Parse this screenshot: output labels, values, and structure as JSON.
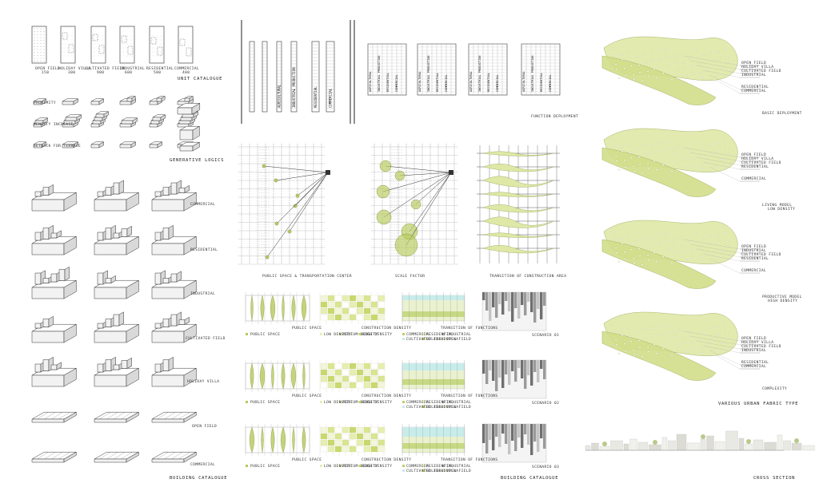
{
  "unit_catalogue": {
    "title": "UNIT CATALOGUE",
    "units": [
      {
        "name": "OPEN FIELD",
        "size": "150"
      },
      {
        "name": "HOLIDAY VILLA",
        "size": "300"
      },
      {
        "name": "CULTIVATED FIELD",
        "size": "900"
      },
      {
        "name": "INDUSTRIAL",
        "size": "600"
      },
      {
        "name": "RESIDENTIAL",
        "size": "500"
      },
      {
        "name": "COMMERCIAL",
        "size": "400"
      }
    ]
  },
  "generative_logics": {
    "title": "GENERATIVE LOGICS",
    "rows": [
      "PROXIMITY",
      "DENSITY INCREASE",
      "SETBACK FOR TERRACE"
    ]
  },
  "building_catalogue_left": {
    "title": "BUILDING CATALOGUE",
    "rows": [
      "COMMERCIAL",
      "RESIDENTIAL",
      "INDUSTRIAL",
      "CULTIVATED FIELD",
      "HOLIDAY VILLA",
      "OPEN FIELD",
      "COMMERCIAL"
    ]
  },
  "function_diagram": {
    "title": "FUNCTION DEPLOYMENT",
    "strip_labels": [
      "AGRICULTURAL",
      "INDUSTRIAL PRODUCTION",
      "RESIDENTIAL",
      "COMMERCIAL"
    ]
  },
  "pattern_diagrams": [
    {
      "caption": "PUBLIC SPACE & TRANSPORTATION CENTER"
    },
    {
      "caption": "SCALE FACTOR"
    },
    {
      "caption": "TRANSITION OF CONSTRUCTION AREA"
    }
  ],
  "building_catalogue_mid": {
    "title": "BUILDING CATALOGUE",
    "col_captions": [
      "PUBLIC SPACE",
      "CONSTRUCTION DENSITY",
      "TRANSITION OF FUNCTIONS"
    ],
    "scenarios": [
      "SCENARIO 01",
      "SCENARIO 02",
      "SCENARIO 03"
    ],
    "legend_public": [
      "PUBLIC SPACE"
    ],
    "legend_density": [
      "LOW DENSITY",
      "MEDIUM DENSITY",
      "HIGH DENSITY"
    ],
    "legend_function": [
      "COMMERCIAL",
      "RESIDENTIAL",
      "INDUSTRIAL",
      "CULTIVATED FIELD",
      "HOLIDAY VILLA",
      "OPEN FIELD"
    ]
  },
  "urban_fabric": {
    "title": "VARIOUS URBAN FABRIC TYPE",
    "models": [
      {
        "caption": "BASIC DEPLOYMENT",
        "sub": "",
        "labels": [
          "OPEN FIELD",
          "HOLIDAY VILLA",
          "CULTIVATED FIELD",
          "INDUSTRIAL",
          "RESIDENTIAL",
          "COMMERCIAL"
        ]
      },
      {
        "caption": "LIVING MODEL",
        "sub": "LOW DENSITY",
        "labels": [
          "OPEN FIELD",
          "HOLIDAY VILLA",
          "CULTIVATED FIELD",
          "RESIDENTIAL",
          "COMMERCIAL"
        ]
      },
      {
        "caption": "PRODUCTIVE MODEL",
        "sub": "HIGH DENSITY",
        "labels": [
          "OPEN FIELD",
          "INDUSTRIAL",
          "CULTIVATED FIELD",
          "RESIDENTIAL",
          "COMMERCIAL"
        ]
      },
      {
        "caption": "COMPLEXITY",
        "sub": "",
        "labels": [
          "OPEN FIELD",
          "HOLIDAY VILLA",
          "CULTIVATED FIELD",
          "INDUSTRIAL",
          "RESIDENTIAL",
          "COMMERCIAL"
        ]
      }
    ]
  },
  "cross_section": {
    "title": "CROSS SECTION"
  },
  "colors": {
    "accent": "#b5c95a",
    "accent_light": "#dfe8a6",
    "cyan": "#c8ecea",
    "ink": "#333333",
    "gray": "#d8d8d8"
  }
}
